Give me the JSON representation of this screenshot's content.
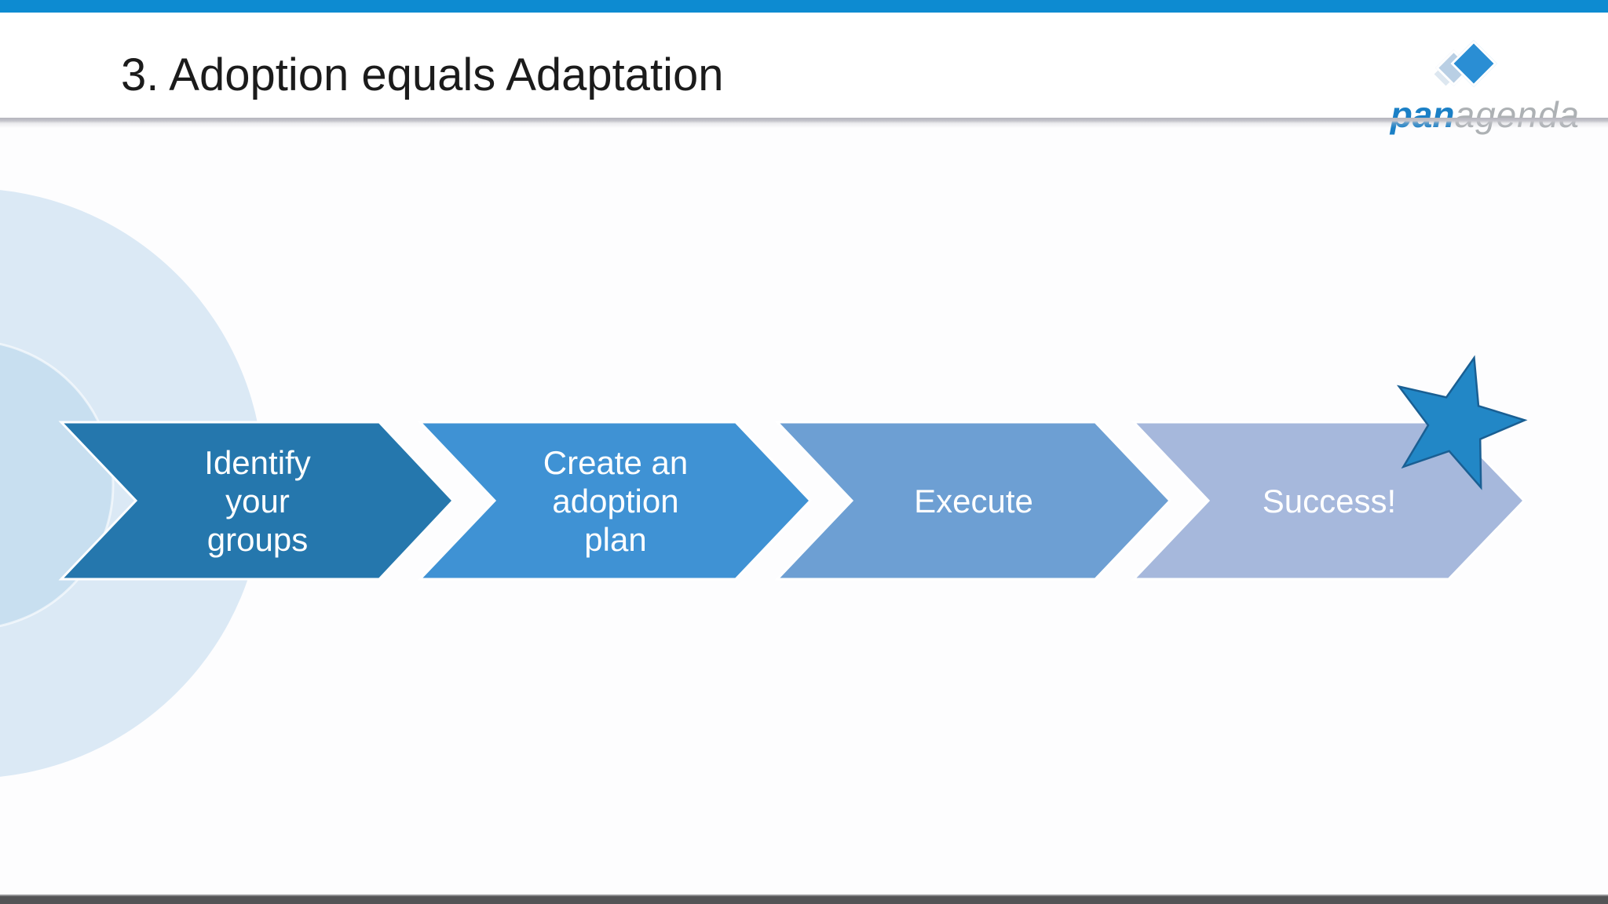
{
  "slide_title": "3. Adoption equals Adaptation",
  "logo": {
    "brand_bold": "pan",
    "brand_light": "agenda",
    "brand_blue": "#1b80c6",
    "brand_gray": "#adb1b4"
  },
  "process_flow": {
    "type": "chevron-process",
    "steps": [
      {
        "label": "Identify your groups",
        "lines": [
          "Identify",
          "your",
          "groups"
        ],
        "fill": "#2577ad"
      },
      {
        "label": "Create an adoption plan",
        "lines": [
          "Create an",
          "adoption",
          "plan"
        ],
        "fill": "#3f92d4"
      },
      {
        "label": "Execute",
        "lines": [
          "Execute"
        ],
        "fill": "#6d9fd3"
      },
      {
        "label": "Success!",
        "lines": [
          "Success!"
        ],
        "fill": "#a6b8dc"
      }
    ],
    "end_marker": "star",
    "star_fill": "#2287c6",
    "star_stroke": "#1a5f93"
  },
  "colors": {
    "top_bar": "#0d8bd1",
    "footer_bar": "#545456",
    "background_circle_outer": "#dbe9f5",
    "background_circle_inner": "#c8dff0"
  }
}
